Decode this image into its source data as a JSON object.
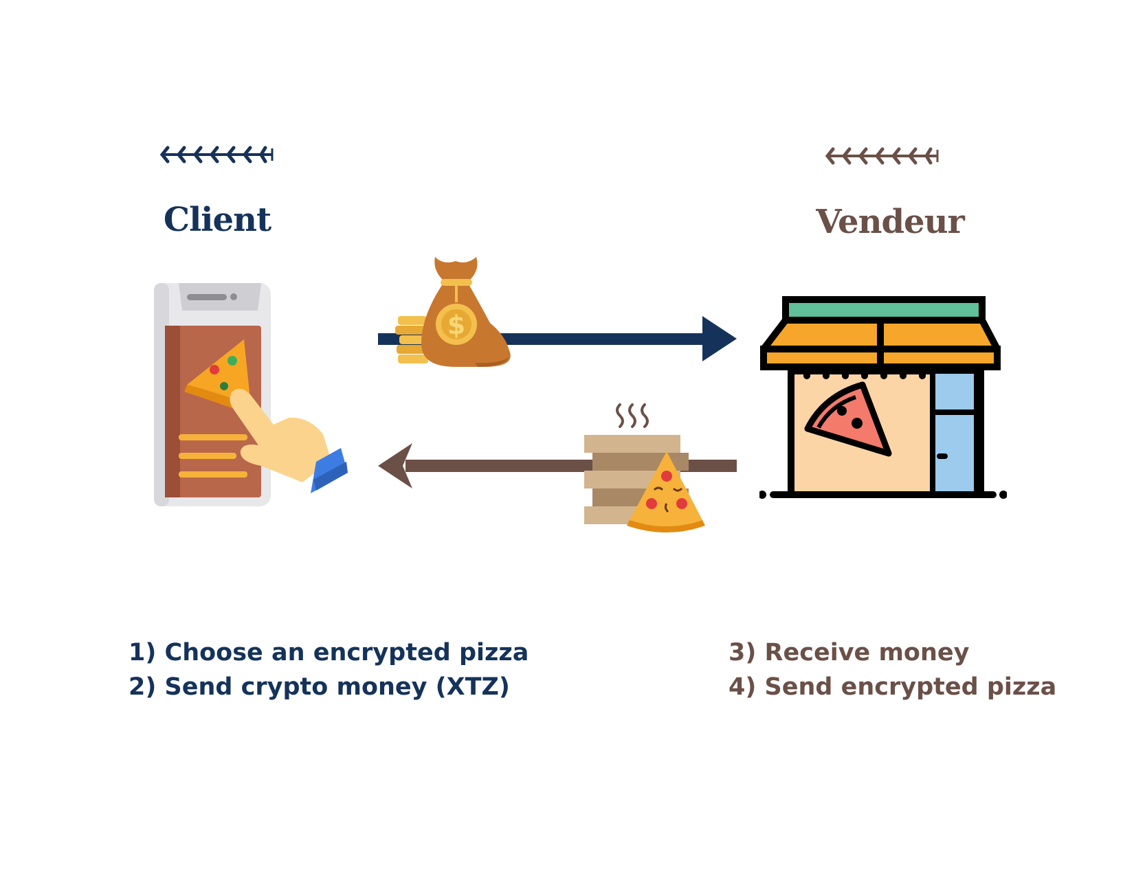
{
  "colors": {
    "client": "#15335a",
    "vendor": "#6b5048"
  },
  "client": {
    "title": "Client",
    "steps": [
      "1) Choose an encrypted pizza",
      "2) Send crypto money (XTZ)"
    ]
  },
  "vendor": {
    "title": "Vendeur",
    "steps": [
      "3) Receive money",
      "4) Send encrypted pizza"
    ]
  },
  "icons": {
    "client_ornament": "feather-arrow-ornament",
    "vendor_ornament": "feather-arrow-ornament",
    "client_device": "smartphone-pizza-order-icon",
    "vendor_building": "pizza-shop-icon",
    "payment": "money-bag-icon",
    "delivery": "pizza-boxes-icon"
  }
}
